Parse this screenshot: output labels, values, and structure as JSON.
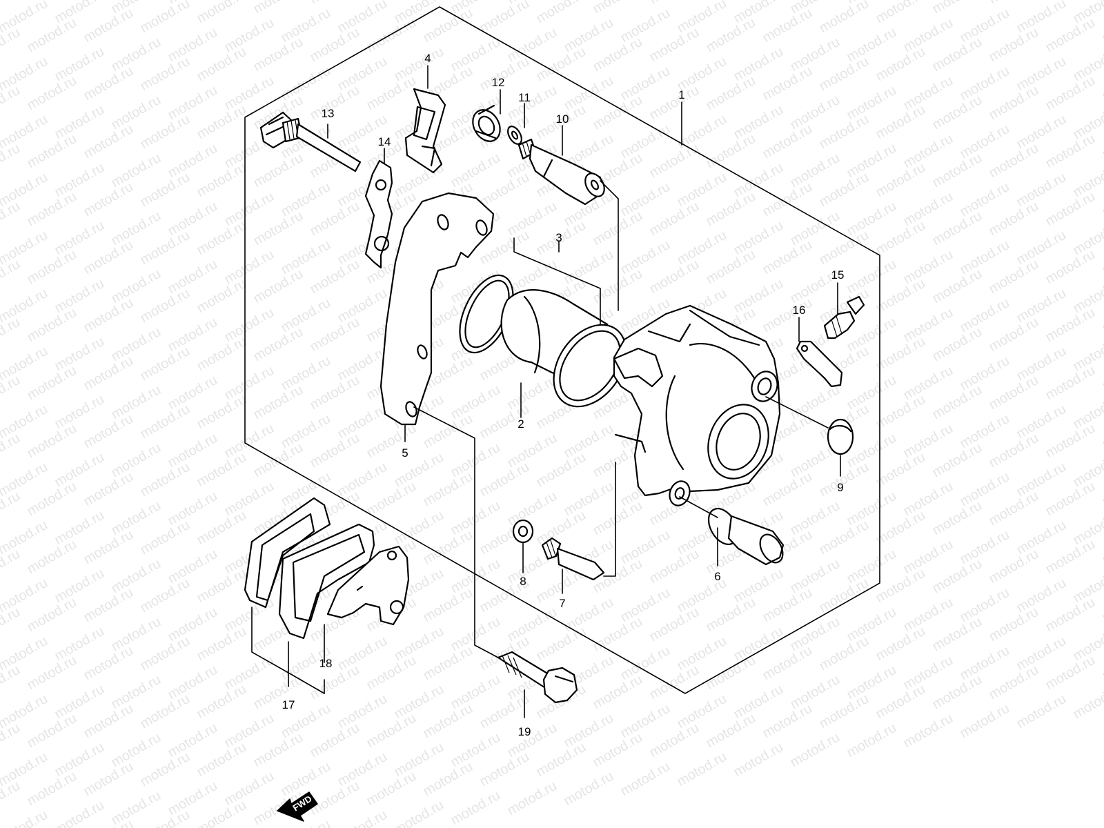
{
  "watermark": {
    "text": "motod.ru"
  },
  "direction_indicator": {
    "label": "FWD"
  },
  "part_labels": [
    "1",
    "2",
    "3",
    "4",
    "5",
    "6",
    "7",
    "8",
    "9",
    "10",
    "11",
    "12",
    "13",
    "14",
    "15",
    "16",
    "17",
    "18",
    "19"
  ]
}
